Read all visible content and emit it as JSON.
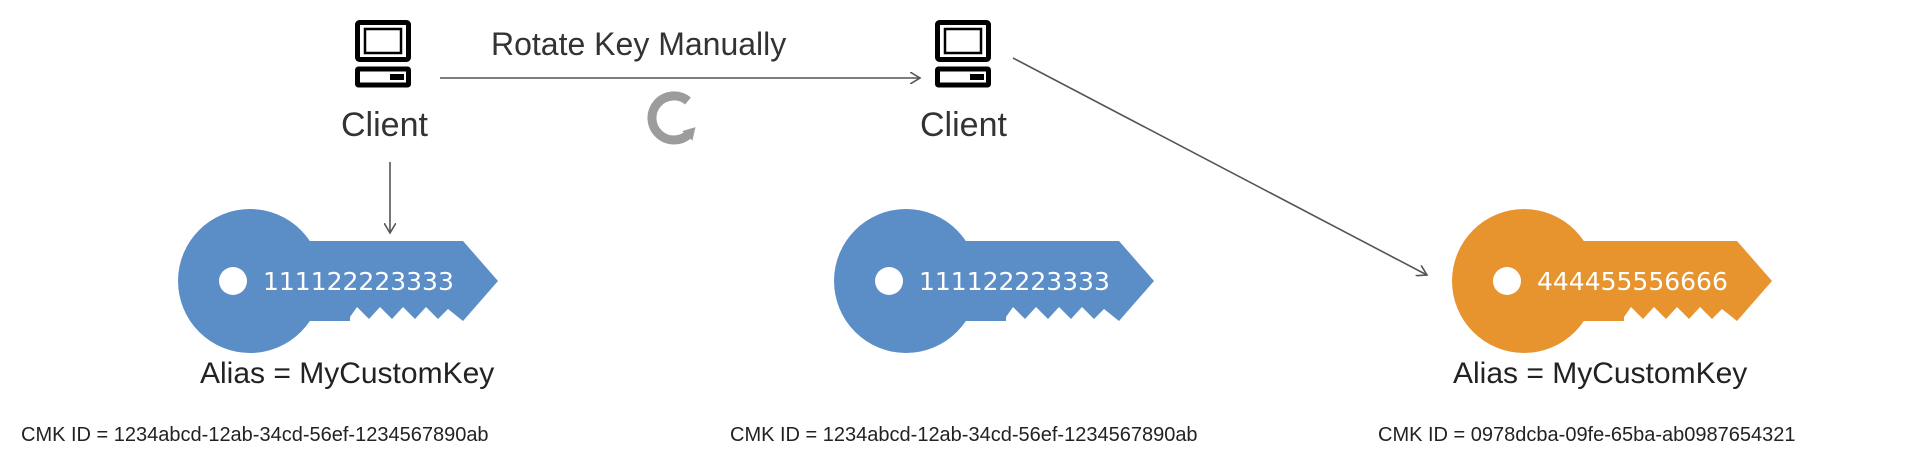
{
  "rotation": {
    "label": "Rotate Key Manually",
    "icon": "refresh-icon"
  },
  "clients": [
    {
      "label": "Client",
      "icon": "computer-icon"
    },
    {
      "label": "Client",
      "icon": "computer-icon"
    }
  ],
  "keys": [
    {
      "key_id": "111122223333",
      "color": "#5b8ec7",
      "alias": "Alias = MyCustomKey",
      "cmk_id": "CMK ID = 1234abcd-12ab-34cd-56ef-1234567890ab"
    },
    {
      "key_id": "111122223333",
      "color": "#5b8ec7",
      "alias": "",
      "cmk_id": "CMK ID = 1234abcd-12ab-34cd-56ef-1234567890ab"
    },
    {
      "key_id": "444455556666",
      "color": "#e7942f",
      "alias": "Alias = MyCustomKey",
      "cmk_id": "CMK ID = 0978dcba-09fe-65ba-ab0987654321"
    }
  ],
  "colors": {
    "arrow": "#555555",
    "refresh": "#9c9c9c",
    "computer": "#000000"
  }
}
